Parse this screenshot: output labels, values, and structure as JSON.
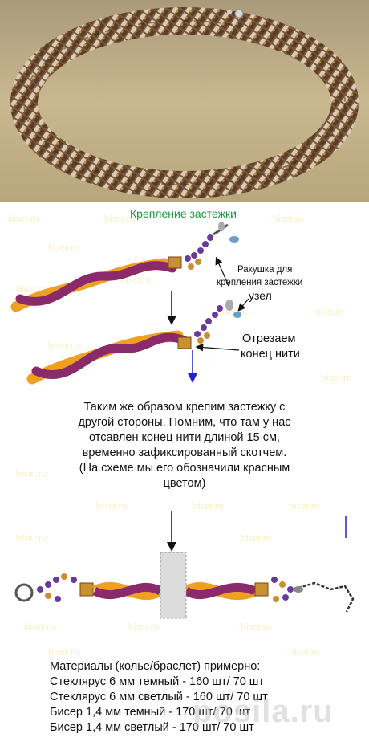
{
  "diagram": {
    "title": "Крепление застежки",
    "label_shell_line1": "Ракушка для",
    "label_shell_line2": "крепления застежки",
    "label_knot": "узел",
    "label_cut_line1": "Отрезаем",
    "label_cut_line2": "конец нити",
    "instructions": [
      "Таким же образом крепим застежку с",
      "другой стороны. Помним, что там у нас",
      "отсавлен конец нити длиной 15 см,",
      "временно зафиксированный скотчем.",
      "(На схеме мы его обозначили красным",
      "цветом)"
    ],
    "materials_title": "Материалы (колье/браслет) примерно:",
    "materials": [
      "Стеклярус 6 мм темный - 160 шт/ 70 шт",
      "Стеклярус 6 мм светлый - 160 шт/ 70 шт",
      "Бисер 1,4 мм темный - 170 шт/ 70 шт",
      "Бисер 1,4 мм светлый - 170 шт/ 70 шт"
    ],
    "watermark_text": "biser.ru",
    "brand_watermark": "posila.ru",
    "colors": {
      "title_green": "#1a9a3c",
      "orange_strand": "#f0a020",
      "purple_strand": "#8a2a6a",
      "arrow_blue": "#2323c8",
      "bead_purple": "#6a3a9a",
      "bead_gold": "#c89030"
    }
  }
}
